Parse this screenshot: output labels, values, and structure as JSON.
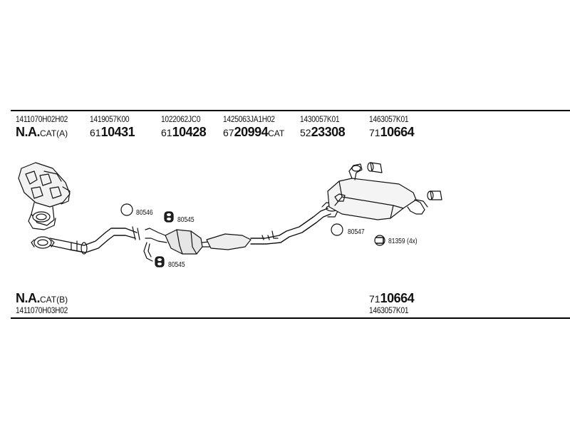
{
  "header": {
    "columns": [
      {
        "part_no": "1411070H02H02",
        "ref_label": "N.A.",
        "ref_suffix": "CAT(A)"
      },
      {
        "part_no": "1419057K00",
        "ref_prefix": "61",
        "ref_main": "10431"
      },
      {
        "part_no": "1022062JC0",
        "ref_prefix": "61",
        "ref_main": "10428"
      },
      {
        "part_no": "1425063JA1H02",
        "ref_prefix": "67",
        "ref_main": "20994",
        "ref_suffix": "CAT"
      },
      {
        "part_no": "1430057K01",
        "ref_prefix": "52",
        "ref_main": "23308"
      },
      {
        "part_no": "1463057K01",
        "ref_prefix": "71",
        "ref_main": "10664"
      }
    ]
  },
  "callouts": {
    "c80546": "80546",
    "c80545_top": "80545",
    "c80545_bottom": "80545",
    "c80547": "80547",
    "c81359": "81359 (4x)"
  },
  "footer": {
    "left": {
      "ref_label": "N.A.",
      "ref_suffix": "CAT(B)",
      "part_no": "1411070H03H02"
    },
    "right": {
      "ref_prefix": "71",
      "ref_main": "10664",
      "part_no": "1463057K01"
    }
  }
}
